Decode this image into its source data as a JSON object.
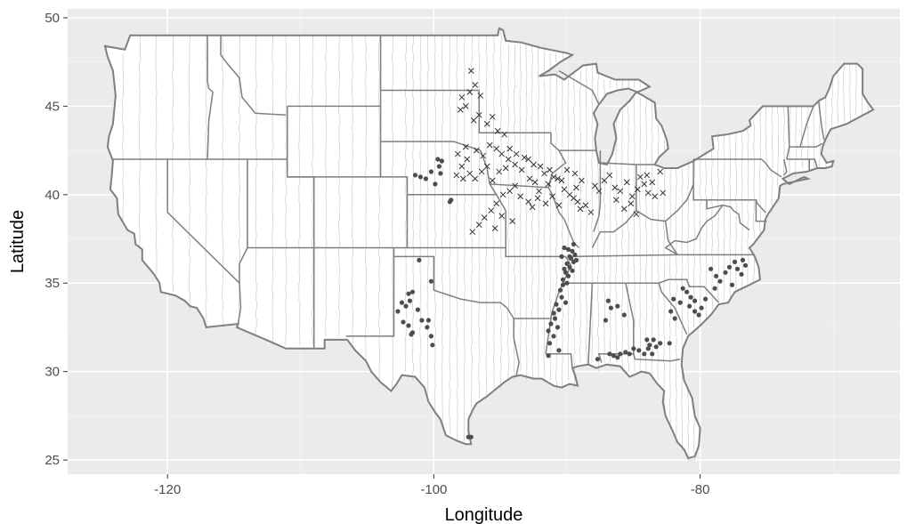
{
  "chart_data": {
    "type": "scatter",
    "title": "",
    "xlabel": "Longitude",
    "ylabel": "Latitude",
    "xlim": [
      -127.5,
      -65
    ],
    "ylim": [
      24.2,
      50.5
    ],
    "x_ticks": [
      -120,
      -100,
      -80
    ],
    "y_ticks": [
      25,
      30,
      35,
      40,
      45,
      50
    ],
    "x_tick_labels": [
      "-120",
      "-100",
      "-80"
    ],
    "y_tick_labels": [
      "25",
      "30",
      "35",
      "40",
      "45",
      "50"
    ],
    "grid": true,
    "legend": "none",
    "panel_background": "#ebebeb",
    "colors": {
      "state_border": "#7f7f7f",
      "county_border": "#d0d0d0",
      "land_fill": "#ffffff",
      "point": "#4d4d4d"
    },
    "series": [
      {
        "marker": "circle",
        "points": [
          [
            -101.4,
            41.1
          ],
          [
            -101.0,
            41.0
          ],
          [
            -100.6,
            40.9
          ],
          [
            -100.2,
            41.3
          ],
          [
            -99.6,
            41.6
          ],
          [
            -99.7,
            42.0
          ],
          [
            -99.4,
            41.9
          ],
          [
            -99.5,
            41.2
          ],
          [
            -99.9,
            40.6
          ],
          [
            -98.7,
            39.7
          ],
          [
            -98.8,
            39.6
          ],
          [
            -102.7,
            33.4
          ],
          [
            -102.4,
            33.9
          ],
          [
            -102.1,
            33.7
          ],
          [
            -102.3,
            32.8
          ],
          [
            -101.9,
            32.6
          ],
          [
            -101.6,
            32.2
          ],
          [
            -101.7,
            32.1
          ],
          [
            -101.6,
            34.5
          ],
          [
            -101.9,
            34.4
          ],
          [
            -101.8,
            34.0
          ],
          [
            -101.2,
            33.5
          ],
          [
            -100.9,
            32.9
          ],
          [
            -100.4,
            32.9
          ],
          [
            -100.5,
            32.5
          ],
          [
            -100.2,
            32.0
          ],
          [
            -101.1,
            36.3
          ],
          [
            -100.2,
            35.1
          ],
          [
            -100.1,
            31.5
          ],
          [
            -97.4,
            26.3
          ],
          [
            -97.2,
            26.3
          ],
          [
            -90.2,
            37.0
          ],
          [
            -89.9,
            36.9
          ],
          [
            -89.6,
            36.8
          ],
          [
            -89.4,
            36.6
          ],
          [
            -89.7,
            36.4
          ],
          [
            -89.5,
            36.2
          ],
          [
            -90.0,
            36.1
          ],
          [
            -89.8,
            35.9
          ],
          [
            -89.6,
            35.7
          ],
          [
            -90.1,
            35.6
          ],
          [
            -89.9,
            35.4
          ],
          [
            -90.3,
            35.2
          ],
          [
            -90.0,
            35.0
          ],
          [
            -90.5,
            34.6
          ],
          [
            -90.4,
            34.2
          ],
          [
            -90.8,
            33.8
          ],
          [
            -91.0,
            33.3
          ],
          [
            -90.9,
            33.0
          ],
          [
            -91.2,
            32.7
          ],
          [
            -91.4,
            32.3
          ],
          [
            -91.0,
            32.0
          ],
          [
            -91.3,
            31.6
          ],
          [
            -90.7,
            32.5
          ],
          [
            -90.6,
            33.5
          ],
          [
            -89.8,
            36.5
          ],
          [
            -89.3,
            36.3
          ],
          [
            -90.2,
            35.8
          ],
          [
            -89.5,
            37.2
          ],
          [
            -90.4,
            36.5
          ],
          [
            -90.6,
            31.2
          ],
          [
            -91.4,
            30.9
          ],
          [
            -90.3,
            34.9
          ],
          [
            -90.1,
            33.9
          ],
          [
            -86.8,
            31.0
          ],
          [
            -86.5,
            30.9
          ],
          [
            -86.2,
            30.8
          ],
          [
            -86.0,
            31.0
          ],
          [
            -85.6,
            31.1
          ],
          [
            -85.3,
            31.0
          ],
          [
            -85.0,
            31.3
          ],
          [
            -84.6,
            31.2
          ],
          [
            -84.2,
            31.0
          ],
          [
            -83.9,
            31.3
          ],
          [
            -83.6,
            31.0
          ],
          [
            -83.3,
            31.4
          ],
          [
            -83.0,
            31.6
          ],
          [
            -83.5,
            31.8
          ],
          [
            -83.8,
            31.5
          ],
          [
            -84.0,
            31.8
          ],
          [
            -87.7,
            30.7
          ],
          [
            -86.7,
            33.6
          ],
          [
            -86.9,
            34.0
          ],
          [
            -86.2,
            33.7
          ],
          [
            -85.7,
            33.2
          ],
          [
            -87.1,
            32.9
          ],
          [
            -81.3,
            34.7
          ],
          [
            -81.0,
            34.5
          ],
          [
            -80.7,
            34.2
          ],
          [
            -80.4,
            34.0
          ],
          [
            -80.8,
            33.7
          ],
          [
            -80.4,
            33.4
          ],
          [
            -80.1,
            33.2
          ],
          [
            -79.9,
            33.6
          ],
          [
            -79.6,
            34.1
          ],
          [
            -81.9,
            33.0
          ],
          [
            -82.2,
            33.4
          ],
          [
            -82.0,
            34.1
          ],
          [
            -81.5,
            33.9
          ],
          [
            -82.3,
            31.6
          ],
          [
            -79.2,
            35.8
          ],
          [
            -78.8,
            35.4
          ],
          [
            -78.5,
            35.1
          ],
          [
            -78.1,
            35.6
          ],
          [
            -77.8,
            35.9
          ],
          [
            -77.4,
            36.2
          ],
          [
            -77.2,
            35.8
          ],
          [
            -76.9,
            35.5
          ],
          [
            -76.6,
            36.0
          ],
          [
            -78.9,
            34.7
          ],
          [
            -77.6,
            34.9
          ],
          [
            -76.8,
            36.3
          ]
        ]
      },
      {
        "marker": "cross",
        "points": [
          [
            -97.2,
            47.0
          ],
          [
            -96.9,
            46.2
          ],
          [
            -97.3,
            45.8
          ],
          [
            -96.5,
            45.6
          ],
          [
            -97.9,
            45.5
          ],
          [
            -97.6,
            45.0
          ],
          [
            -98.0,
            44.8
          ],
          [
            -97.0,
            44.2
          ],
          [
            -96.6,
            44.5
          ],
          [
            -96.0,
            44.0
          ],
          [
            -95.6,
            44.4
          ],
          [
            -95.2,
            43.6
          ],
          [
            -94.7,
            43.4
          ],
          [
            -94.3,
            42.6
          ],
          [
            -93.8,
            42.3
          ],
          [
            -93.2,
            42.1
          ],
          [
            -92.9,
            42.0
          ],
          [
            -92.5,
            41.7
          ],
          [
            -92.0,
            41.6
          ],
          [
            -91.7,
            41.2
          ],
          [
            -91.3,
            41.4
          ],
          [
            -91.0,
            41.0
          ],
          [
            -90.7,
            40.9
          ],
          [
            -90.2,
            40.3
          ],
          [
            -89.8,
            40.0
          ],
          [
            -89.5,
            39.8
          ],
          [
            -89.2,
            39.6
          ],
          [
            -89.0,
            39.2
          ],
          [
            -88.6,
            39.4
          ],
          [
            -88.2,
            39.0
          ],
          [
            -87.9,
            40.5
          ],
          [
            -87.6,
            40.2
          ],
          [
            -87.2,
            40.8
          ],
          [
            -86.8,
            41.1
          ],
          [
            -86.4,
            40.4
          ],
          [
            -86.0,
            40.2
          ],
          [
            -85.5,
            40.7
          ],
          [
            -85.1,
            39.9
          ],
          [
            -84.7,
            40.3
          ],
          [
            -84.2,
            40.6
          ],
          [
            -83.9,
            40.1
          ],
          [
            -83.4,
            39.9
          ],
          [
            -83.6,
            40.7
          ],
          [
            -84.0,
            41.1
          ],
          [
            -84.5,
            41.0
          ],
          [
            -82.8,
            40.1
          ],
          [
            -83.0,
            41.3
          ],
          [
            -95.8,
            42.8
          ],
          [
            -95.3,
            42.6
          ],
          [
            -94.9,
            42.3
          ],
          [
            -94.4,
            42.0
          ],
          [
            -93.9,
            41.7
          ],
          [
            -93.4,
            41.4
          ],
          [
            -92.8,
            40.9
          ],
          [
            -92.4,
            40.7
          ],
          [
            -93.9,
            40.5
          ],
          [
            -94.3,
            40.2
          ],
          [
            -94.8,
            40.0
          ],
          [
            -95.3,
            39.5
          ],
          [
            -95.7,
            39.1
          ],
          [
            -96.2,
            38.7
          ],
          [
            -96.6,
            38.3
          ],
          [
            -97.1,
            37.9
          ],
          [
            -94.9,
            38.8
          ],
          [
            -94.1,
            38.5
          ],
          [
            -95.4,
            38.1
          ],
          [
            -97.6,
            42.7
          ],
          [
            -98.2,
            42.3
          ],
          [
            -97.5,
            42.0
          ],
          [
            -97.9,
            41.6
          ],
          [
            -97.3,
            41.2
          ],
          [
            -97.8,
            40.9
          ],
          [
            -98.3,
            41.1
          ],
          [
            -96.8,
            42.5
          ],
          [
            -96.3,
            42.2
          ],
          [
            -96.0,
            41.6
          ],
          [
            -96.4,
            41.3
          ],
          [
            -96.9,
            40.9
          ],
          [
            -95.6,
            40.8
          ],
          [
            -95.1,
            41.3
          ],
          [
            -94.6,
            41.5
          ],
          [
            -93.5,
            39.9
          ],
          [
            -92.9,
            39.6
          ],
          [
            -92.6,
            39.3
          ],
          [
            -92.2,
            39.8
          ],
          [
            -91.6,
            39.5
          ],
          [
            -91.1,
            39.9
          ],
          [
            -90.6,
            39.4
          ],
          [
            -91.4,
            40.6
          ],
          [
            -92.1,
            40.2
          ],
          [
            -90.0,
            41.4
          ],
          [
            -89.4,
            41.2
          ],
          [
            -88.9,
            40.8
          ],
          [
            -89.3,
            40.4
          ],
          [
            -90.4,
            40.8
          ],
          [
            -86.3,
            39.7
          ],
          [
            -85.7,
            39.2
          ],
          [
            -85.2,
            39.5
          ],
          [
            -84.8,
            38.9
          ]
        ]
      }
    ]
  }
}
